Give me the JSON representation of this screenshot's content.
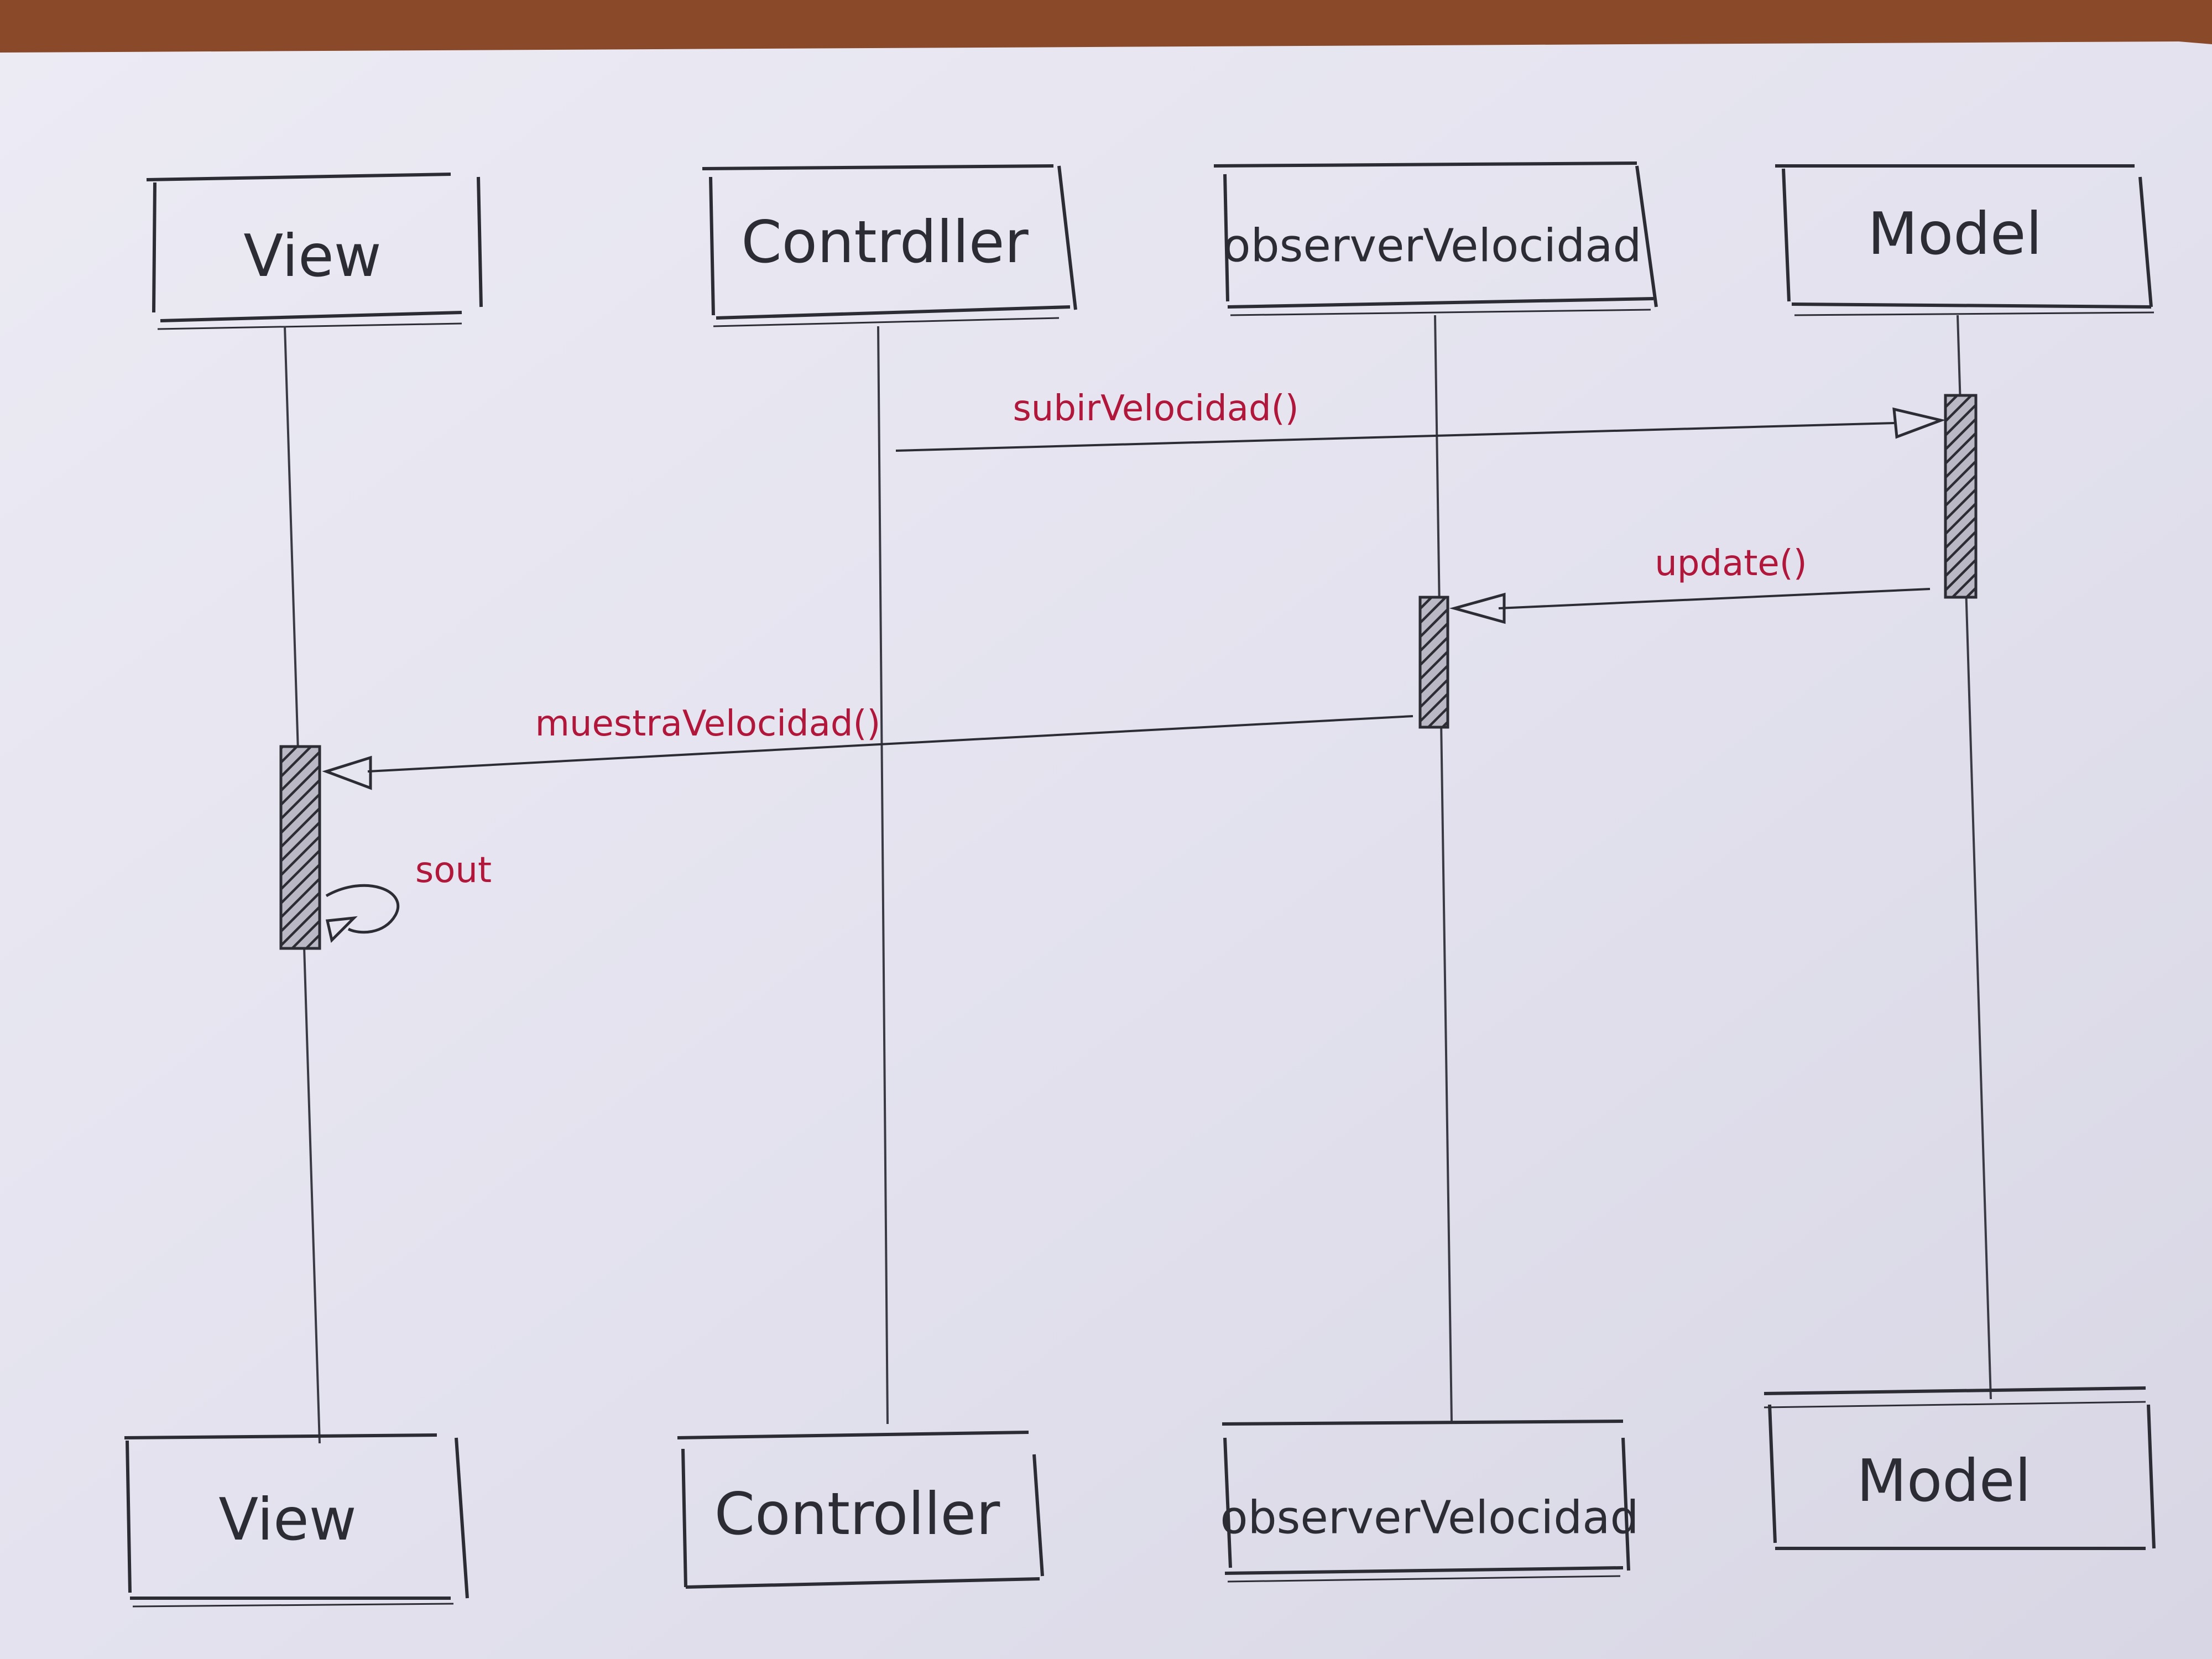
{
  "diagram": {
    "type": "sequence",
    "participants": [
      {
        "id": "view",
        "label": "View"
      },
      {
        "id": "controller",
        "label": "Contrdller"
      },
      {
        "id": "observer",
        "label": "observerVelocidad"
      },
      {
        "id": "model",
        "label": "Model"
      }
    ],
    "participants_bottom": [
      {
        "id": "view",
        "label": "View"
      },
      {
        "id": "controller",
        "label": "Controller"
      },
      {
        "id": "observer",
        "label": "observerVelocidad"
      },
      {
        "id": "model",
        "label": "Model"
      }
    ],
    "messages": [
      {
        "from": "controller",
        "to": "model",
        "label": "subirVelocidad()"
      },
      {
        "from": "model",
        "to": "observer",
        "label": "update()"
      },
      {
        "from": "observer",
        "to": "view",
        "label": "muestraVelocidad()"
      },
      {
        "from": "view",
        "to": "view",
        "label": "sout"
      }
    ],
    "colors": {
      "paper": "#e9e8f2",
      "ink": "#2c2c34",
      "message_text": "#b0173a",
      "table": "#7a3a1e"
    }
  }
}
